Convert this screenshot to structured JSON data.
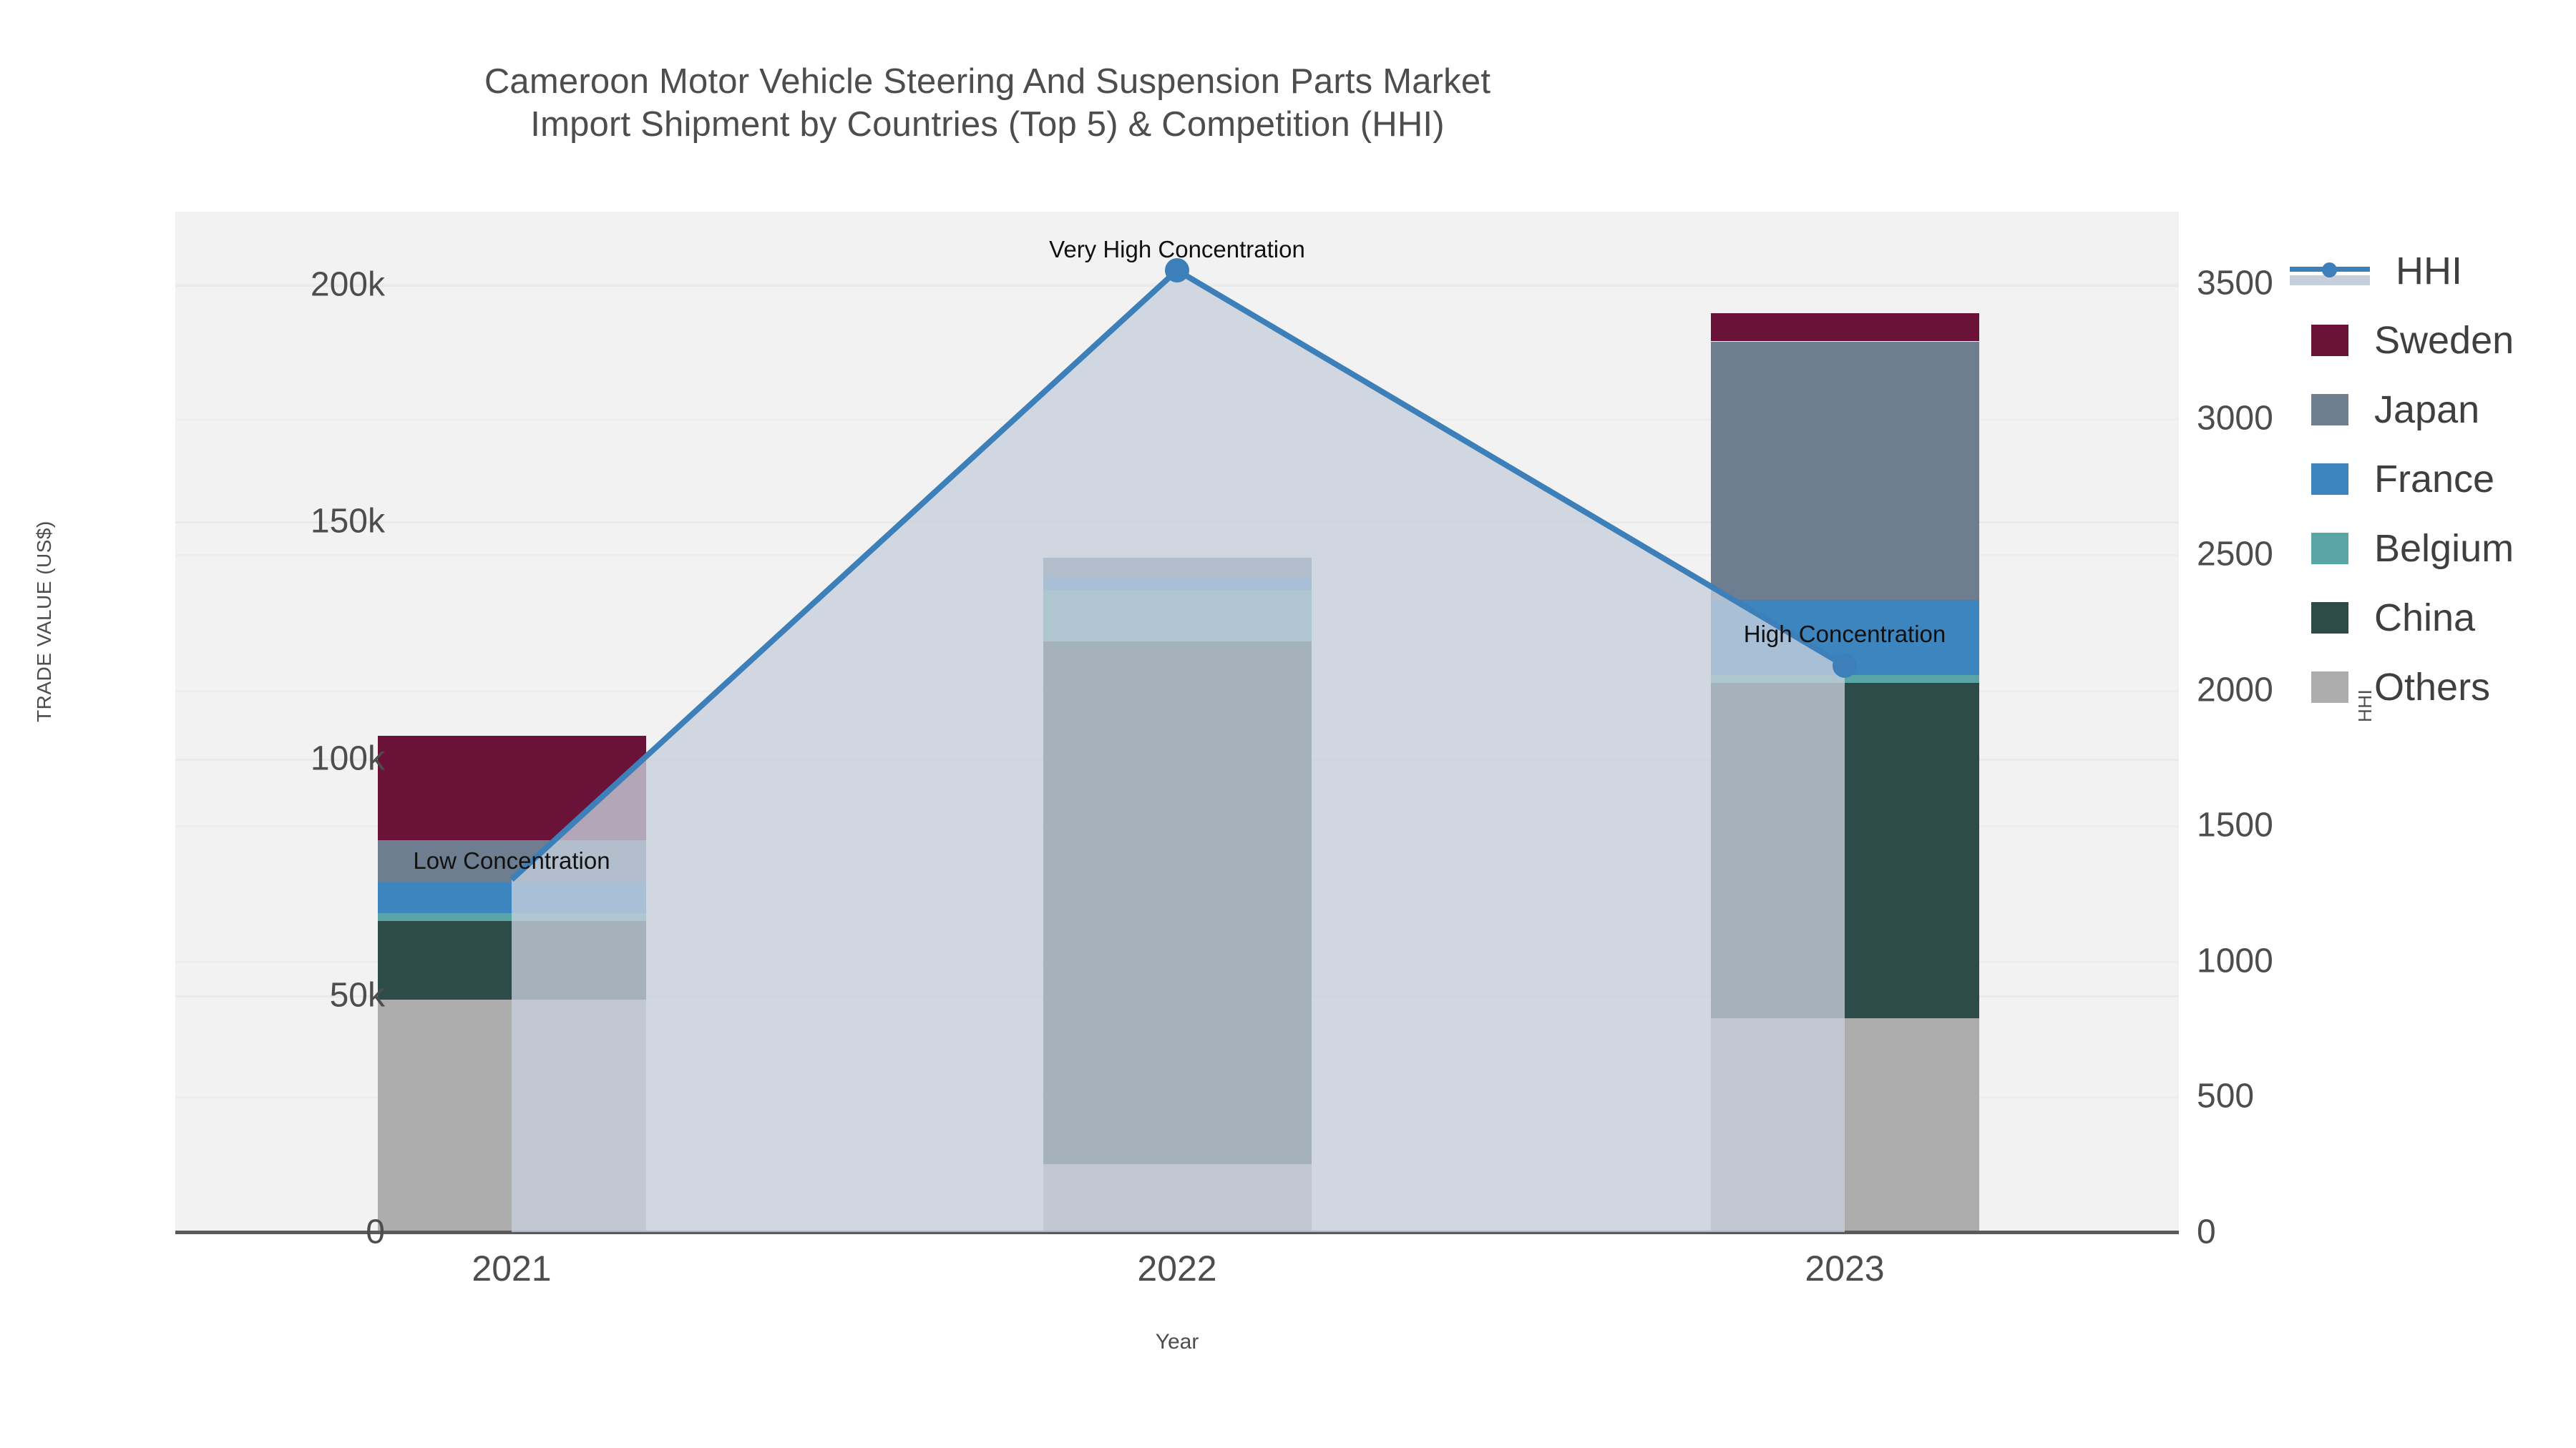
{
  "chart_data": {
    "type": "bar",
    "title": "Cameroon Motor Vehicle Steering And Suspension Parts Market Import Shipment by Countries (Top 5) & Competition (HHI)",
    "title_line1": "Cameroon Motor Vehicle Steering And Suspension Parts Market",
    "title_line2": "Import Shipment by Countries (Top 5) & Competition (HHI)",
    "xlabel": "Year",
    "ylabel": "TRADE VALUE (US$)",
    "y2label": "HHI",
    "categories": [
      "2021",
      "2022",
      "2023"
    ],
    "ylim": [
      0,
      215000
    ],
    "y2lim": [
      0,
      3700
    ],
    "yticks": [
      "0",
      "50k",
      "100k",
      "150k",
      "200k"
    ],
    "ytick_values": [
      0,
      50000,
      100000,
      150000,
      200000
    ],
    "y2ticks": [
      "0",
      "500",
      "1000",
      "1500",
      "2000",
      "2500",
      "3000",
      "3500"
    ],
    "y2tick_values": [
      0,
      500,
      1000,
      1500,
      2000,
      2500,
      3000,
      3500
    ],
    "grid": true,
    "legend_position": "right",
    "stacked": true,
    "series": [
      {
        "name": "Sweden",
        "color": "#6b1239",
        "values": [
          22000,
          0,
          5900
        ]
      },
      {
        "name": "Japan",
        "color": "#6e7e90",
        "values": [
          8900,
          4000,
          54600
        ]
      },
      {
        "name": "France",
        "color": "#3d85be",
        "values": [
          6500,
          2700,
          15800
        ]
      },
      {
        "name": "Belgium",
        "color": "#5aa6a6",
        "values": [
          1700,
          10900,
          1700
        ]
      },
      {
        "name": "China",
        "color": "#2d4c49",
        "values": [
          16600,
          110400,
          70700
        ]
      },
      {
        "name": "Others",
        "color": "#adadad",
        "values": [
          49000,
          14300,
          45200
        ]
      }
    ],
    "totals": [
      104700,
      142300,
      193900
    ],
    "line_series": {
      "name": "HHI",
      "color": "#3d7fb8",
      "area_color": "#c7cfdc",
      "values": [
        1300,
        3547,
        2089
      ]
    },
    "annotations": [
      {
        "text": "Low Concentration",
        "category": "2021"
      },
      {
        "text": "Very High Concentration",
        "category": "2022"
      },
      {
        "text": "High Concentration",
        "category": "2023"
      }
    ]
  },
  "legend": {
    "items": [
      {
        "label": "HHI",
        "type": "line",
        "color": "#3d7fb8"
      },
      {
        "label": "Sweden",
        "type": "swatch",
        "color": "#6b1239"
      },
      {
        "label": "Japan",
        "type": "swatch",
        "color": "#6e7e90"
      },
      {
        "label": "France",
        "type": "swatch",
        "color": "#3d85be"
      },
      {
        "label": "Belgium",
        "type": "swatch",
        "color": "#5aa6a6"
      },
      {
        "label": "China",
        "type": "swatch",
        "color": "#2d4c49"
      },
      {
        "label": "Others",
        "type": "swatch",
        "color": "#adadad"
      }
    ]
  }
}
